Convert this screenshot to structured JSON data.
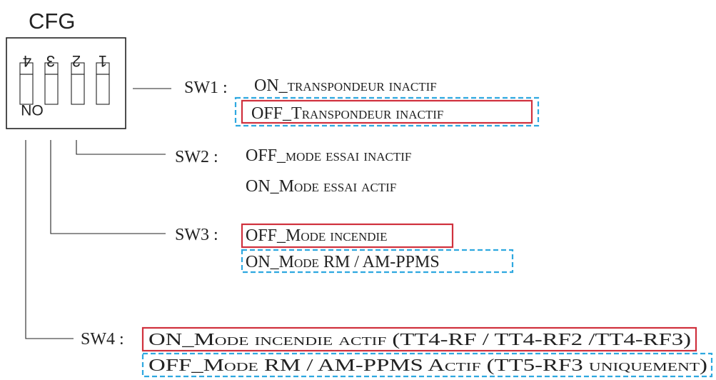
{
  "title": "CFG",
  "switch_numbers": [
    "4",
    "3",
    "2",
    "1"
  ],
  "on_label": "ON",
  "colors": {
    "ink": "#222222",
    "selected_box": "#d0313d",
    "dashed_box": "#2ea8e0"
  },
  "switches": [
    {
      "label": "SW1 :",
      "options": [
        {
          "text": "ON_transpondeur inactif",
          "mark": "none"
        },
        {
          "text": "OFF_Transpondeur inactif",
          "mark": "both"
        }
      ]
    },
    {
      "label": "SW2 :",
      "options": [
        {
          "text": "OFF_mode essai inactif",
          "mark": "none"
        },
        {
          "text": "ON_Mode essai actif",
          "mark": "none"
        }
      ]
    },
    {
      "label": "SW3 :",
      "options": [
        {
          "text": "OFF_Mode incendie",
          "mark": "red"
        },
        {
          "text": "ON_Mode RM / AM-PPMS",
          "mark": "blue"
        }
      ]
    },
    {
      "label": "SW4 :",
      "options": [
        {
          "text": "ON_Mode incendie actif (TT4-RF / TT4-RF2 /TT4-RF3)",
          "mark": "red"
        },
        {
          "text": "OFF_Mode RM / AM-PPMS Actif (TT5-RF3 uniquement)",
          "mark": "blue"
        }
      ]
    }
  ]
}
